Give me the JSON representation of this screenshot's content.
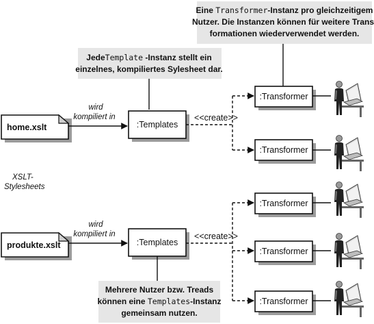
{
  "notes": {
    "top_right": {
      "line1": {
        "a": "Eine ",
        "code": "Transformer",
        "b": "-Instanz pro gleichzeitigem"
      },
      "line2": "Nutzer. Die Instanzen können für weitere Trans-",
      "line3": "formationen wiederverwendet werden."
    },
    "top_left": {
      "line1": {
        "a": "Jede",
        "code": "Template",
        "b": " -Instanz stellt ein"
      },
      "line2": "einzelnes, kompiliertes Sylesheet dar."
    },
    "bottom": {
      "line1": "Mehrere Nutzer bzw. Treads",
      "line2": {
        "a": "können eine ",
        "code": "Templates",
        "b": "-Instanz"
      },
      "line3": "gemeinsam nutzen."
    }
  },
  "stylesheets_label": {
    "line1": "XSLT-",
    "line2": "Stylesheets"
  },
  "groups": [
    {
      "file": "home.xslt",
      "compile_label": {
        "line1": "wird",
        "line2": "kompiliert in"
      },
      "templates": ":Templates",
      "create_label": "<<create>>",
      "transformers": [
        ":Transformer",
        ":Transformer"
      ]
    },
    {
      "file": "produkte.xslt",
      "compile_label": {
        "line1": "wird",
        "line2": "kompiliert in"
      },
      "templates": ":Templates",
      "create_label": "<<create>>",
      "transformers": [
        ":Transformer",
        ":Transformer",
        ":Transformer"
      ]
    }
  ],
  "icons": {
    "user": "user-at-computer-icon"
  }
}
